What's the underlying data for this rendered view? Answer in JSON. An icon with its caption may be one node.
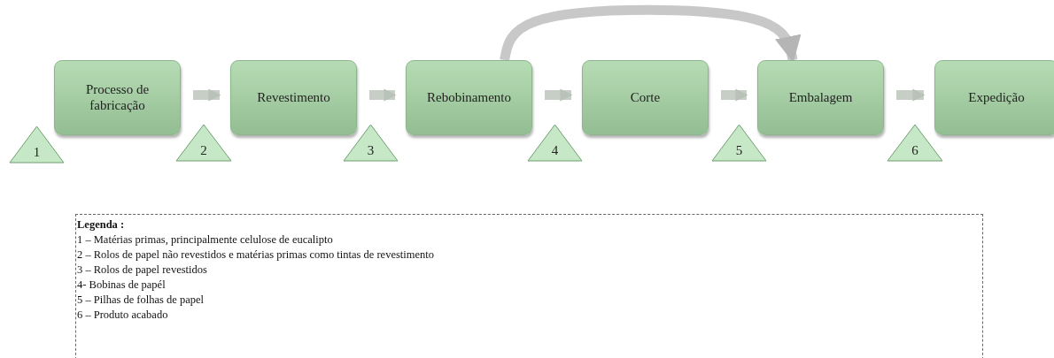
{
  "diagram": {
    "nodes": [
      {
        "text": [
          "Processo de fabricação"
        ]
      },
      {
        "text": [
          "Revestimento"
        ]
      },
      {
        "text": [
          "Rebobinamento"
        ]
      },
      {
        "text": [
          "Corte"
        ]
      },
      {
        "text": [
          "Embalagem"
        ]
      },
      {
        "text": [
          "Expedição"
        ]
      },
      {
        "text": [
          "1"
        ]
      },
      {
        "text": [
          "2"
        ]
      },
      {
        "text": [
          "3"
        ]
      },
      {
        "text": [
          "4"
        ]
      },
      {
        "text": [
          "5"
        ]
      },
      {
        "text": [
          "6"
        ]
      }
    ],
    "edges": [
      {
        "from": 0,
        "to": 1,
        "arrow": "to"
      },
      {
        "from": 1,
        "to": 2,
        "arrow": "to"
      },
      {
        "from": 2,
        "to": 3,
        "arrow": "to"
      },
      {
        "from": 3,
        "to": 4,
        "arrow": "to"
      },
      {
        "from": 4,
        "to": 5,
        "arrow": "to"
      },
      {
        "from": 2,
        "to": 4,
        "arrow": "to"
      }
    ],
    "labels": [
      "Legenda :",
      "1 – Matérias primas, principalmente celulose de eucalipto",
      "2 – Rolos de papel não revestidos  e matérias primas como tintas de revestimento",
      "3 – Rolos de papel revestidos",
      "4-  Bobinas de papél",
      "5 – Pilhas de folhas de papel",
      "6 – Produto acabado"
    ]
  }
}
